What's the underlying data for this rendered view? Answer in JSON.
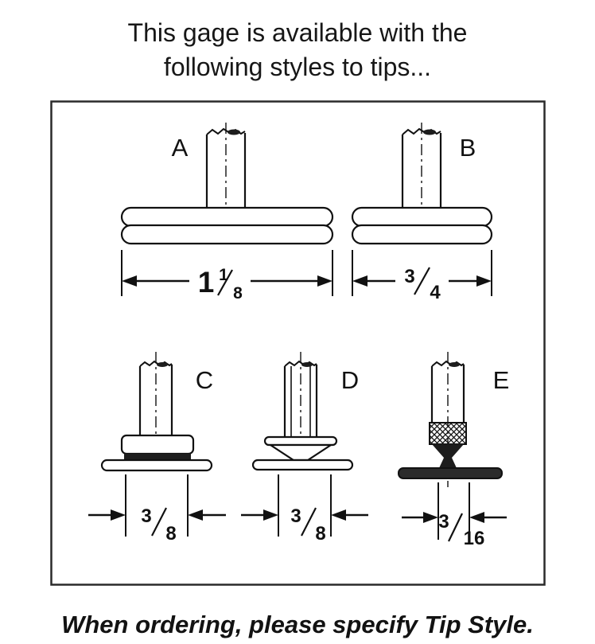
{
  "title": {
    "line1": "This gage is available with the",
    "line2": "following styles to tips..."
  },
  "footer": "When ordering, please specify Tip Style.",
  "colors": {
    "ink": "#111111",
    "background": "#ffffff"
  },
  "diagram": {
    "description": "gage-tip-styles",
    "tips": {
      "a": {
        "label": "A",
        "dim_whole": "1",
        "dim_num": "1",
        "dim_den": "8"
      },
      "b": {
        "label": "B",
        "dim_num": "3",
        "dim_den": "4"
      },
      "c": {
        "label": "C",
        "dim_num": "3",
        "dim_den": "8"
      },
      "d": {
        "label": "D",
        "dim_num": "3",
        "dim_den": "8"
      },
      "e": {
        "label": "E",
        "dim_num": "3",
        "dim_den": "16"
      }
    }
  }
}
